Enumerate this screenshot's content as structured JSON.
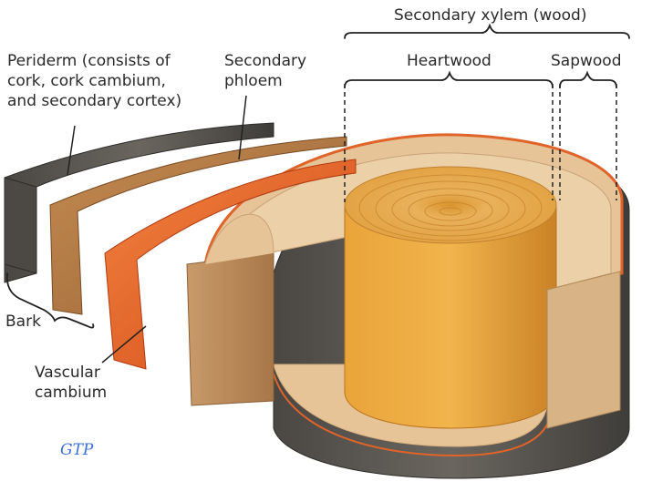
{
  "labels": {
    "periderm": "Periderm (consists of\ncork, cork cambium,\nand secondary cortex)",
    "secondary_phloem": "Secondary\nphloem",
    "secondary_xylem": "Secondary xylem (wood)",
    "heartwood": "Heartwood",
    "sapwood": "Sapwood",
    "bark": "Bark",
    "vascular_cambium": "Vascular\ncambium"
  },
  "signature": "GTP",
  "colors": {
    "bark": "#5d5a55",
    "bark_dark": "#3a3835",
    "periderm_slab": "#b57a45",
    "phloem_slab": "#e9632a",
    "sapwood": "#e7c497",
    "heartwood": "#e3a13a",
    "heartwood_dark": "#c98226",
    "leader": "#222222",
    "signature": "#3b6fd6"
  }
}
